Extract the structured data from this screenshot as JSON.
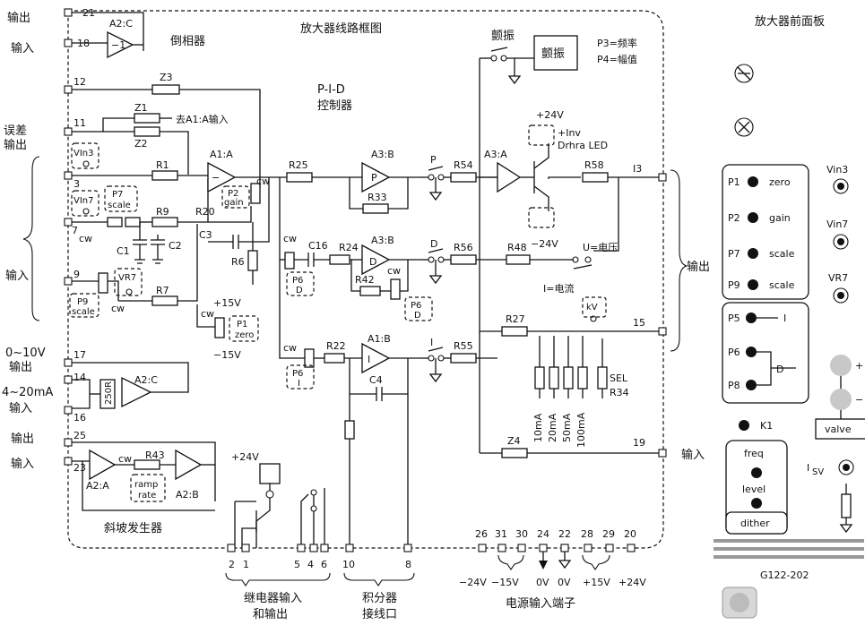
{
  "title": "放大器线路框图",
  "front_panel_title": "放大器前面板",
  "model_code": "G122-202",
  "left_labels": {
    "out1": "输出",
    "in1": "输入",
    "error_out_1": "误差",
    "error_out_2": "输出",
    "input_mid": "输入",
    "v_range_1": "0~10V",
    "v_range_2": "输出",
    "ma_range_1": "4~20mA",
    "ma_range_2": "输入",
    "out2": "输出",
    "in2": "输入"
  },
  "right_label_output": "输出",
  "blocks": {
    "inverter": "倒相器",
    "a2c_top": "A2:C",
    "minus_one": "−1",
    "pid_1": "P-I-D",
    "pid_2": "控制器",
    "a1a": "A1:A",
    "a3b_p": "A3:B",
    "a3b_d": "A3:B",
    "a1b": "A1:B",
    "a3a": "A3:A",
    "a2c_low": "A2:C",
    "dither_switch": "颤振",
    "dither_box": "颤振",
    "freq_note": "P3=频率",
    "amp_note": "P4=幅值",
    "ramp_gen": "斜坡发生器",
    "a2a": "A2:A",
    "a2b": "A2:B",
    "ramp": "ramp",
    "rate": "rate",
    "go_a1a": "去A1:A输入",
    "u_voltage": "U=电压",
    "i_current": "I=电流",
    "drhra_led": "Drhra LED",
    "plus_inv": "+Inv",
    "p_block": "P",
    "d_block": "D",
    "i_block": "I",
    "minus_block": "−"
  },
  "resistors": {
    "z3": "Z3",
    "z1": "Z1",
    "z2": "Z2",
    "r1": "R1",
    "r9": "R9",
    "r20": "R20",
    "r7": "R7",
    "r6": "R6",
    "c3": "C3",
    "c1": "C1",
    "c2": "C2",
    "r25": "R25",
    "r33": "R33",
    "c16": "C16",
    "r24": "R24",
    "r42": "R42",
    "r22": "R22",
    "c4": "C4",
    "r54": "R54",
    "r56": "R56",
    "r55": "R55",
    "r48": "R48",
    "r58": "R58",
    "r27": "R27",
    "z4": "Z4",
    "r43": "R43",
    "r34": "R34",
    "250r": "250R"
  },
  "pots": {
    "vin3": "VIn3",
    "vin7": "VIn7",
    "p7": "P7",
    "p7_sub": "scale",
    "p2": "P2",
    "p2_sub": "gain",
    "vr7": "VR7",
    "p9": "P9",
    "p9_sub": "scale",
    "p1": "P1",
    "p1_sub": "zero",
    "p6": "P6",
    "p6_d": "D",
    "p6_i": "I",
    "kv": "kV",
    "cw": "cw"
  },
  "supplies": {
    "p15v": "+15V",
    "m15v": "−15V",
    "p24v_top": "+24V",
    "m24v": "−24V",
    "p24v_relay": "+24V"
  },
  "currents": [
    "10mA",
    "20mA",
    "50mA",
    "100mA"
  ],
  "sel": "SEL",
  "switch_letters": {
    "p": "P",
    "d": "D",
    "i": "I"
  },
  "pin_numbers": {
    "p21": "21",
    "p18": "18",
    "p12": "12",
    "p11": "11",
    "p3": "3",
    "p7": "7",
    "p9": "9",
    "p17": "17",
    "p14": "14",
    "p16": "16",
    "p25": "25",
    "p23": "23",
    "p13": "I3",
    "p15": "15",
    "p19": "19"
  },
  "bottom_pins": {
    "relay": [
      "2",
      "1",
      "5",
      "4",
      "6"
    ],
    "integrator": [
      "10",
      "8"
    ],
    "power": [
      "26",
      "31",
      "30",
      "24",
      "22",
      "28",
      "29",
      "20"
    ]
  },
  "bottom_groups": {
    "relay_1": "继电器输入",
    "relay_2": "和输出",
    "integrator_1": "积分器",
    "integrator_2": "接线口",
    "power": "电源输入端子"
  },
  "power_labels": [
    "−24V",
    "−15V",
    "0V",
    "0V",
    "+15V",
    "+24V"
  ],
  "panel": {
    "knob_group": [
      {
        "pot": "P1",
        "name": "zero"
      },
      {
        "pot": "P2",
        "name": "gain"
      },
      {
        "pot": "P7",
        "name": "scale"
      },
      {
        "pot": "P9",
        "name": "scale"
      }
    ],
    "sockets": [
      "Vin3",
      "Vin7",
      "VR7"
    ],
    "switch_group": {
      "p5": "P5",
      "p6": "P6",
      "p8": "P8",
      "i": "I",
      "d": "D"
    },
    "k1": "K1",
    "dither_group": {
      "freq": "freq",
      "level": "level",
      "dither": "dither"
    },
    "valve": "valve",
    "input_label": "输入",
    "isv": "I",
    "isv_sub": "SV",
    "plus": "+",
    "minus": "−"
  }
}
